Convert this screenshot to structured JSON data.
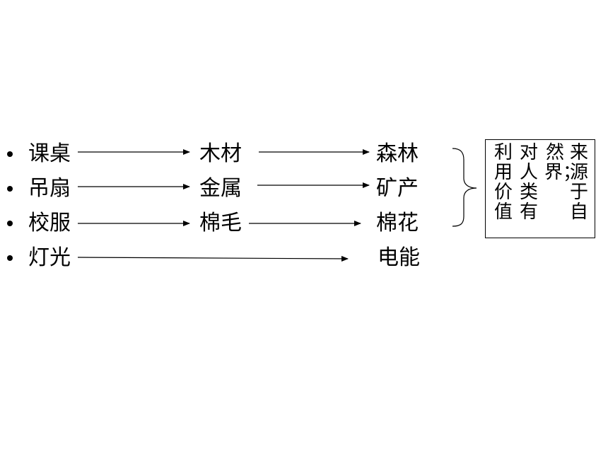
{
  "rows": [
    {
      "item": "课桌",
      "middle": "木材",
      "source": "森林"
    },
    {
      "item": "吊扇",
      "middle": "金属",
      "source": "矿产"
    },
    {
      "item": "校服",
      "middle": "棉毛",
      "source": "棉花"
    },
    {
      "item": "灯光",
      "middle": "",
      "source": "电能"
    }
  ],
  "note_columns": [
    "来源于自",
    "然界；",
    "对人类有",
    "利用价值"
  ]
}
